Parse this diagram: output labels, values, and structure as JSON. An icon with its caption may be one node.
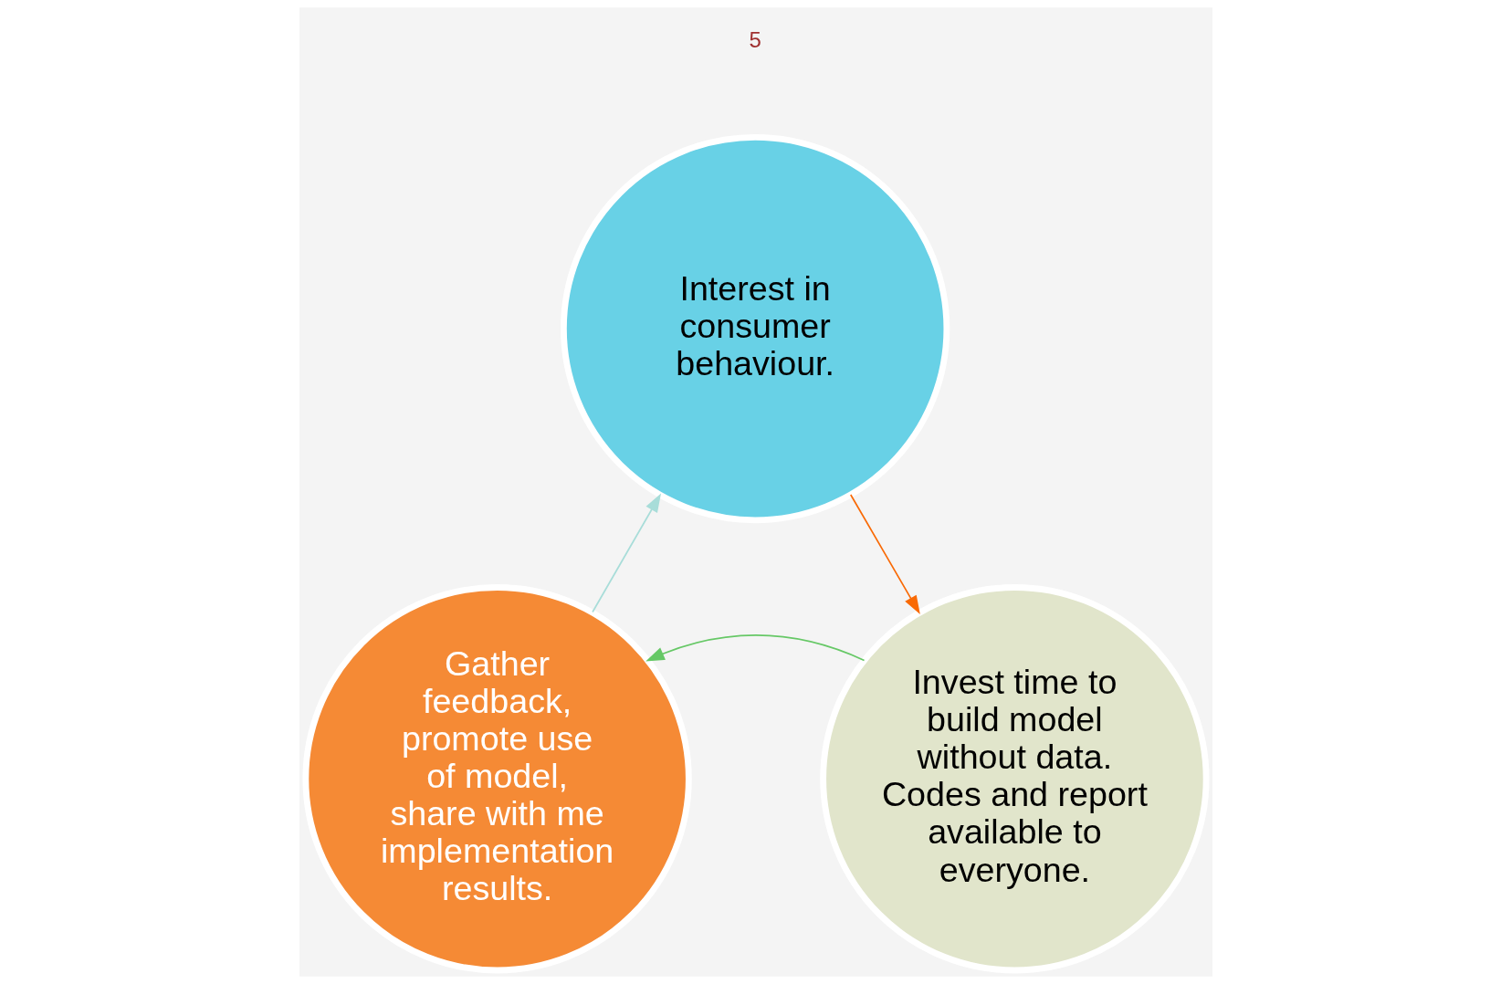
{
  "diagram": {
    "nodes": [
      {
        "text": [
          "Interest in consumer behaviour."
        ]
      },
      {
        "text": [
          "Invest time to build model without data. Codes and report available to everyone."
        ]
      },
      {
        "text": [
          "Gather feedback, promote use of model, share with me implementation results."
        ]
      }
    ],
    "edges": [
      {
        "from": 0,
        "to": 1,
        "arrow": "to",
        "color": "#f96a05"
      },
      {
        "from": 1,
        "to": 2,
        "arrow": "to",
        "color": "#66c866"
      },
      {
        "from": 2,
        "to": 0,
        "arrow": "to",
        "color": "#a8ddd9"
      }
    ],
    "labels": [
      "5"
    ]
  }
}
